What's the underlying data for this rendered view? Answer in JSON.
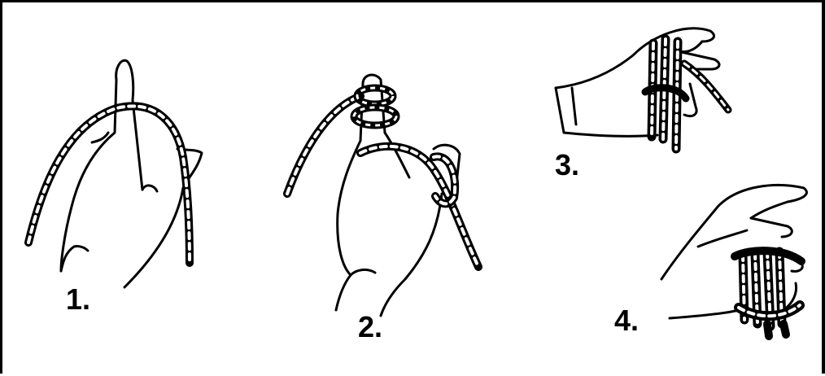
{
  "steps": [
    {
      "label": "1."
    },
    {
      "label": "2."
    },
    {
      "label": "3."
    },
    {
      "label": "4."
    }
  ]
}
